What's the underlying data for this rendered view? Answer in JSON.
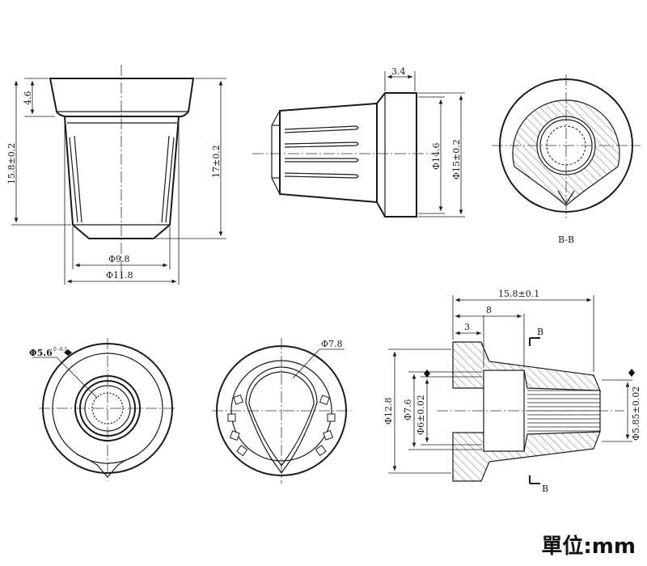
{
  "dimensions": {
    "h46": "4.6",
    "h158": "15.8±0.2",
    "h17": "17±0.2",
    "d98": "Φ9.8",
    "d118": "Φ11.8",
    "w34": "3.4",
    "d146": "Φ14.6",
    "d15": "Φ15±0.2",
    "section_label": "B-B",
    "d56": "Φ5.6",
    "d56_tol": "0\n-0.1",
    "d78": "Φ7.8",
    "len158": "15.8±0.1",
    "len8": "8",
    "len3": "3",
    "cut_b_top": "B",
    "cut_b_bottom": "B",
    "d128": "Φ12.8",
    "d76": "Φ7.6",
    "d6": "Φ6±0.02",
    "d585": "Φ5.85±0.02"
  },
  "unit": "單位:mm"
}
